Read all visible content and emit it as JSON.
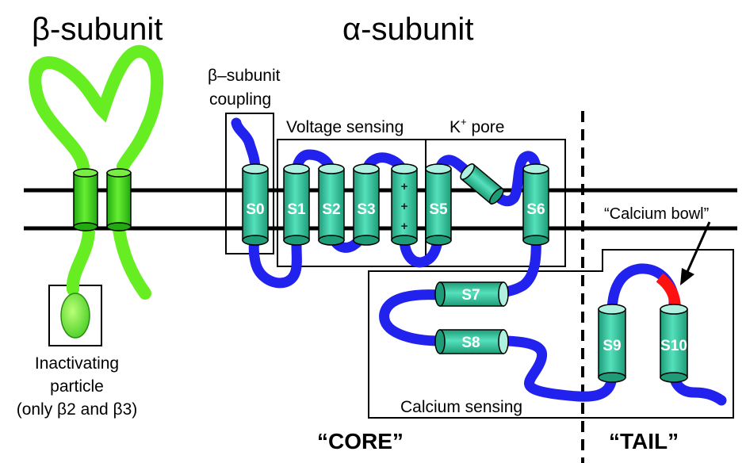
{
  "titles": {
    "beta": "β-subunit",
    "alpha": "α-subunit"
  },
  "labels": {
    "beta_coupling_line1": "β–subunit",
    "beta_coupling_line2": "coupling",
    "voltage_sensing": "Voltage sensing",
    "k_pore_base": "K",
    "k_pore_sup": "+",
    "k_pore_suffix": " pore",
    "calcium_bowl": "“Calcium bowl”",
    "calcium_sensing": "Calcium sensing",
    "inactivating_line1": "Inactivating",
    "inactivating_line2": "particle",
    "inactivating_line3": "(only β2 and β3)",
    "core": "“CORE”",
    "tail": "“TAIL”"
  },
  "segments": {
    "s0": "S0",
    "s1": "S1",
    "s2": "S2",
    "s3": "S3",
    "s5": "S5",
    "s6": "S6",
    "s7": "S7",
    "s8": "S8",
    "s9": "S9",
    "s10": "S10"
  },
  "charges": [
    "+",
    "+",
    "+"
  ],
  "colors": {
    "beta_green": "#66ee22",
    "beta_cyl": "#33cc22",
    "alpha_blue": "#2222ee",
    "cyl_teal": "#33c9a0",
    "cyl_top": "#b0f0e0",
    "calcium_bowl_red": "#ff1111",
    "membrane": "#000000"
  }
}
